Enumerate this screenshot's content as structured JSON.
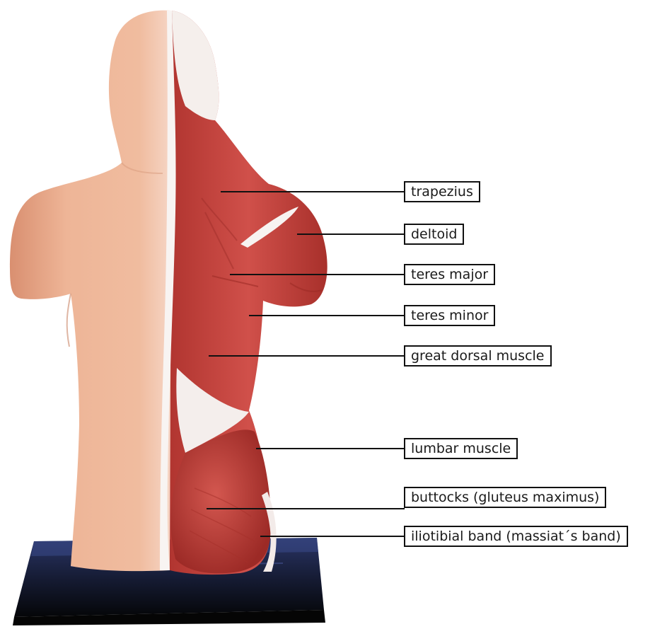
{
  "figure": {
    "subject": "torso model, back view, right half showing musculature",
    "colors": {
      "skin": "#e9a98a",
      "muscle": "#c8443b",
      "muscle_dark": "#9e2a25",
      "fascia": "#f7f2f0",
      "stand": "#1c2440",
      "leader": "#111111"
    }
  },
  "labels": [
    {
      "id": "trapezius",
      "text": "trapezius"
    },
    {
      "id": "deltoid",
      "text": "deltoid"
    },
    {
      "id": "teres-major",
      "text": "teres major"
    },
    {
      "id": "teres-minor",
      "text": "teres minor"
    },
    {
      "id": "great-dorsal",
      "text": "great dorsal muscle"
    },
    {
      "id": "lumbar",
      "text": "lumbar muscle"
    },
    {
      "id": "gluteus",
      "text": "buttocks (gluteus maximus)"
    },
    {
      "id": "iliotibial",
      "text": "iliotibial band (massiat´s band)"
    }
  ]
}
